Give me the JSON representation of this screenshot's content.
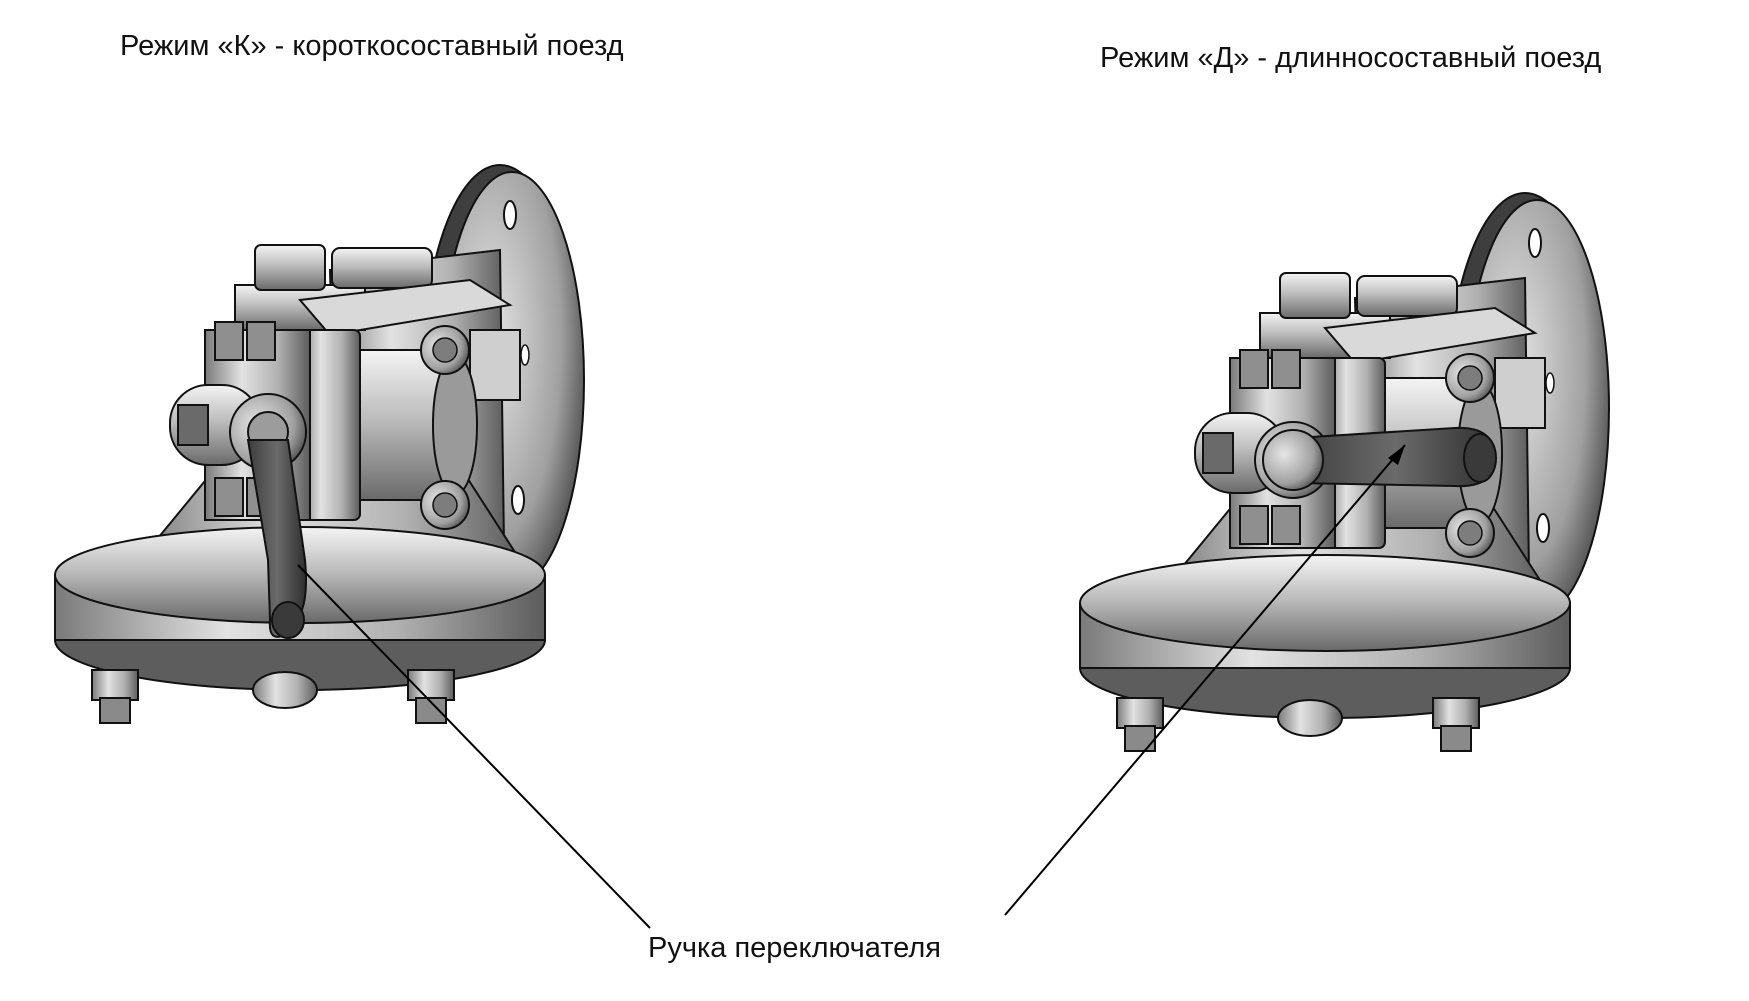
{
  "labels": {
    "mode_k": "Режим «К» - короткосоставный поезд",
    "mode_d": "Режим «Д» -  длинносоставный поезд",
    "handle": "Ручка переключателя"
  },
  "colors": {
    "metal_light": "#e8e8e8",
    "metal_mid": "#a9a9a9",
    "metal_dark": "#555555",
    "outline": "#1a1a1a"
  },
  "modes": [
    {
      "id": "K",
      "handle_orientation": "vertical-down"
    },
    {
      "id": "D",
      "handle_orientation": "horizontal-right"
    }
  ]
}
